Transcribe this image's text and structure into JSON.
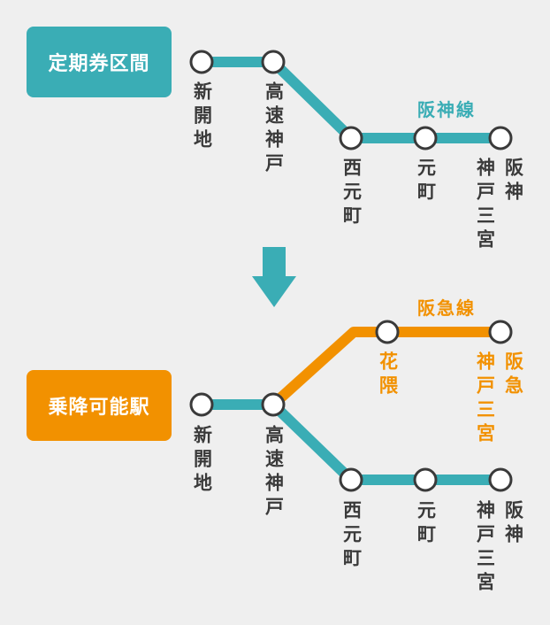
{
  "colors": {
    "teal": "#3aadb5",
    "orange": "#f29100",
    "text": "#3a3a3a",
    "background": "#efefef"
  },
  "top": {
    "box_label": "定期券区間",
    "line_label": "阪神線",
    "stations": [
      "新開地",
      "高速神戸",
      "西元町",
      "元町"
    ],
    "terminal": {
      "line": "阪神",
      "name": "神戸三宮"
    }
  },
  "arrow_icon": "down-arrow",
  "bottom": {
    "box_label": "乗降可能駅",
    "hankyu_line_label": "阪急線",
    "stations": [
      "新開地",
      "高速神戸",
      "西元町",
      "元町"
    ],
    "hankyu_stations": [
      "花隈"
    ],
    "hankyu_terminal": {
      "line": "阪急",
      "name": "神戸三宮"
    },
    "hanshin_terminal": {
      "line": "阪神",
      "name": "神戸三宮"
    }
  }
}
